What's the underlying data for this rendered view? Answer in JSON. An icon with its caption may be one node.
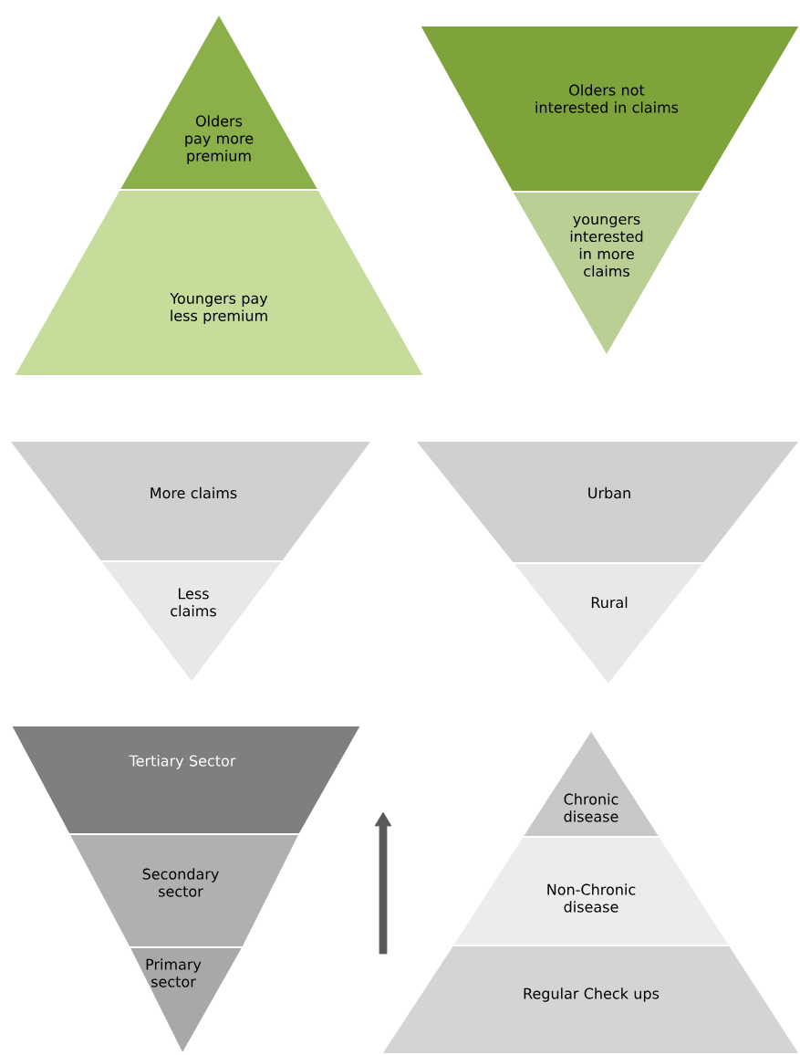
{
  "diagram": {
    "nodes": [
      {
        "text": [
          "Olders pay more premium"
        ]
      },
      {
        "text": [
          "Youngers pay less premium"
        ]
      },
      {
        "text": [
          "Olders not interested in claims"
        ]
      },
      {
        "text": [
          "youngers interested in more claims"
        ]
      },
      {
        "text": [
          "More claims"
        ]
      },
      {
        "text": [
          "Less claims"
        ]
      },
      {
        "text": [
          "Urban"
        ]
      },
      {
        "text": [
          "Rural"
        ]
      },
      {
        "text": [
          "Tertiary Sector"
        ]
      },
      {
        "text": [
          "Secondary sector"
        ]
      },
      {
        "text": [
          "Primary sector"
        ]
      },
      {
        "text": [
          "Chronic disease"
        ]
      },
      {
        "text": [
          "Non-Chronic disease"
        ]
      },
      {
        "text": [
          "Regular Check ups"
        ]
      }
    ]
  }
}
